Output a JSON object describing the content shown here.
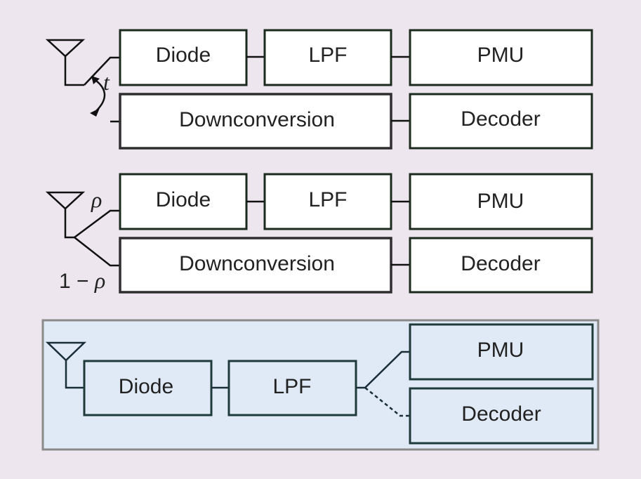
{
  "diagram": {
    "title": "Receiver architectures for simultaneous wireless information and power transfer",
    "colors": {
      "background": "#ede6ef",
      "block_fill": "#ffffff",
      "integrated_panel_fill": "#e0eaf6",
      "integrated_panel_border": "#8a8a8a",
      "line": "#111111"
    },
    "time_switching": {
      "switch_label": "t",
      "blocks": {
        "diode": "Diode",
        "lpf": "LPF",
        "pmu": "PMU",
        "downconversion": "Downconversion",
        "decoder": "Decoder"
      }
    },
    "power_splitting": {
      "upper_ratio_label": "ρ",
      "lower_ratio_label": "1 − ρ",
      "blocks": {
        "diode": "Diode",
        "lpf": "LPF",
        "pmu": "PMU",
        "downconversion": "Downconversion",
        "decoder": "Decoder"
      }
    },
    "integrated": {
      "blocks": {
        "diode": "Diode",
        "lpf": "LPF",
        "pmu": "PMU",
        "decoder": "Decoder"
      }
    }
  }
}
